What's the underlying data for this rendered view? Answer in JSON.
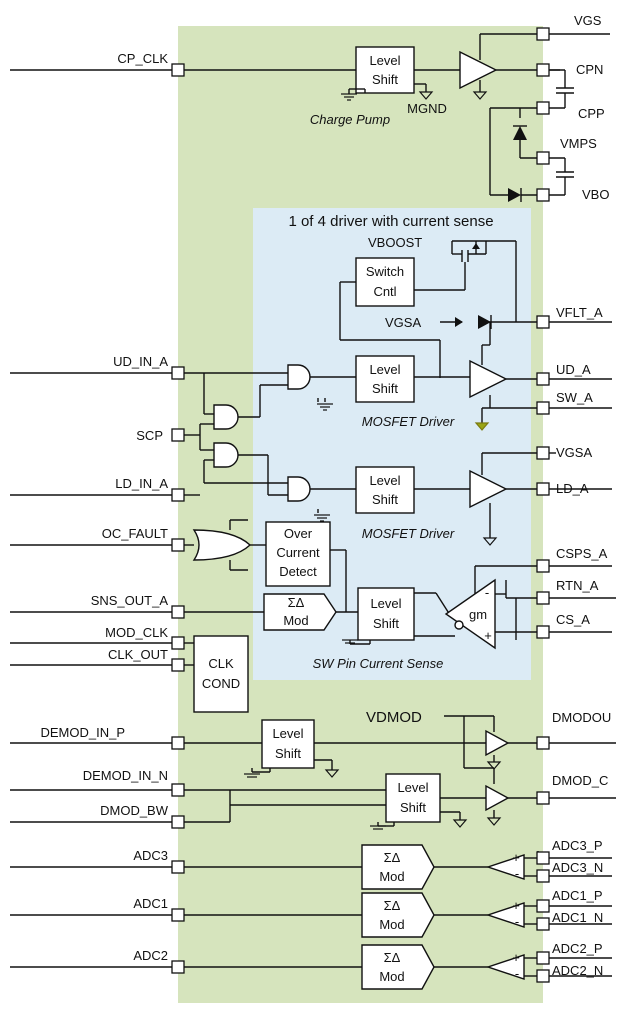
{
  "colors": {
    "chip_background": "#d6e4bd",
    "driver_background": "#dcebf5",
    "wire": "#111111",
    "ground_marker": "#9aa514"
  },
  "pins_left": {
    "cp_clk": "CP_CLK",
    "ud_in_a": "UD_IN_A",
    "scp": "SCP",
    "ld_in_a": "LD_IN_A",
    "oc_fault": "OC_FAULT",
    "sns_out_a": "SNS_OUT_A",
    "mod_clk": "MOD_CLK",
    "clk_out": "CLK_OUT",
    "demod_in_p": "DEMOD_IN_P",
    "demod_in_n": "DEMOD_IN_N",
    "dmod_bw": "DMOD_BW",
    "adc3": "ADC3",
    "adc1": "ADC1",
    "adc2": "ADC2"
  },
  "pins_right": {
    "vgs": "VGS",
    "cpn": "CPN",
    "cpp": "CPP",
    "vmps": "VMPS",
    "vbo": "VBO",
    "vflt_a": "VFLT_A",
    "ud_a": "UD_A",
    "sw_a": "SW_A",
    "vgsa": "VGSA",
    "ld_a": "LD_A",
    "csps_a": "CSPS_A",
    "rtn_a": "RTN_A",
    "cs_a": "CS_A",
    "dmodout": "DMODOU",
    "dmod_c": "DMOD_C",
    "adc3_p": "ADC3_P",
    "adc3_n": "ADC3_N",
    "adc1_p": "ADC1_P",
    "adc1_n": "ADC1_N",
    "adc2_p": "ADC2_P",
    "adc2_n": "ADC2_N"
  },
  "internal_labels": {
    "mgnd": "MGND",
    "vboost": "VBOOST",
    "vgsa": "VGSA",
    "vdmod": "VDMOD"
  },
  "blocks": {
    "level": "Level",
    "shift": "Shift",
    "switch": "Switch",
    "cntl": "Cntl",
    "over": "Over",
    "current": "Current",
    "detect": "Detect",
    "sigma_delta": "ΣΔ",
    "mod": "Mod",
    "clk": "CLK",
    "cond": "COND",
    "gm": "gm",
    "plus": "+",
    "minus": "-"
  },
  "captions": {
    "charge_pump": "Charge Pump",
    "driver_title": "1 of 4 driver with current sense",
    "mosfet_driver": "MOSFET Driver",
    "sw_pin_current_sense": "SW Pin Current Sense"
  }
}
